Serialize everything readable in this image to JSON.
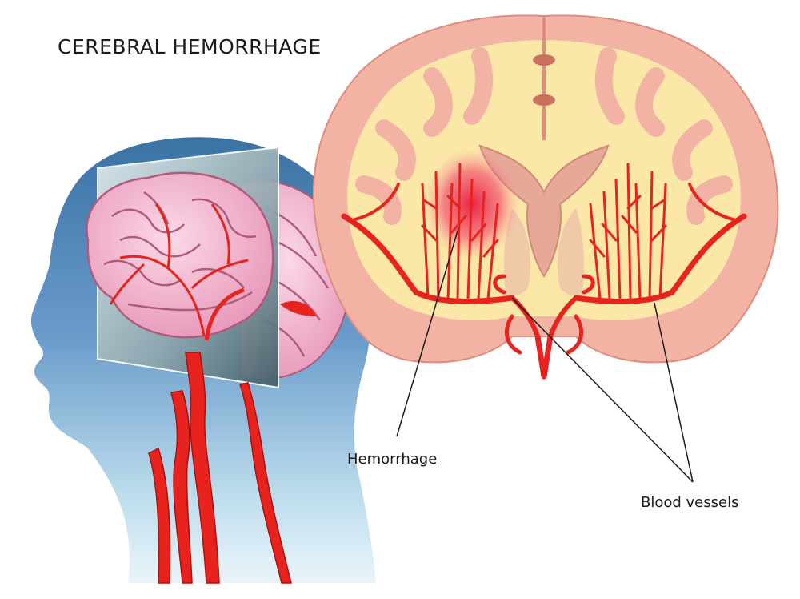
{
  "title": "CEREBRAL HEMORRHAGE",
  "labels": {
    "hemorrhage": "Hemorrhage",
    "blood_vessels": "Blood vessels"
  },
  "colors": {
    "head_dark": "#3c74a6",
    "head_light": "#e3f1f7",
    "cortex": "#f3b3a4",
    "white_matter": "#fbe7a8",
    "brain_pink": "#f2b8cf",
    "vessel_red": "#e8231e",
    "hemorrhage_glow": "#f0426a"
  }
}
